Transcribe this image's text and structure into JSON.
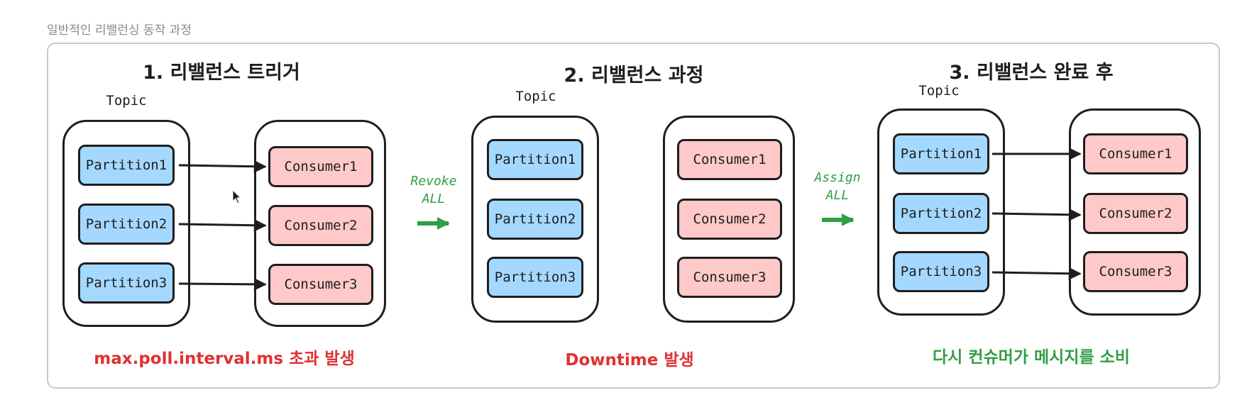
{
  "caption": "일반적인 리밸런싱 동작 과정",
  "colors": {
    "partition": "#a5d8ff",
    "consumer": "#ffc9c9",
    "green": "#2f9e44",
    "red": "#e03131"
  },
  "stages": [
    {
      "heading": "1. 리밸런스 트리거",
      "topic_label": "Topic",
      "partitions": [
        "Partition1",
        "Partition2",
        "Partition3"
      ],
      "consumers": [
        "Consumer1",
        "Consumer2",
        "Consumer3"
      ],
      "status": "max.poll.interval.ms 초과 발생"
    },
    {
      "heading": "2. 리밸런스 과정",
      "topic_label": "Topic",
      "partitions": [
        "Partition1",
        "Partition2",
        "Partition3"
      ],
      "consumers": [
        "Consumer1",
        "Consumer2",
        "Consumer3"
      ],
      "status": "Downtime 발생"
    },
    {
      "heading": "3. 리밸런스 완료 후",
      "topic_label": "Topic",
      "partitions": [
        "Partition1",
        "Partition2",
        "Partition3"
      ],
      "consumers": [
        "Consumer1",
        "Consumer2",
        "Consumer3"
      ],
      "status": "다시 컨슈머가 메시지를 소비"
    }
  ],
  "transitions": [
    {
      "line1": "Revoke",
      "line2": "ALL"
    },
    {
      "line1": "Assign",
      "line2": "ALL"
    }
  ]
}
